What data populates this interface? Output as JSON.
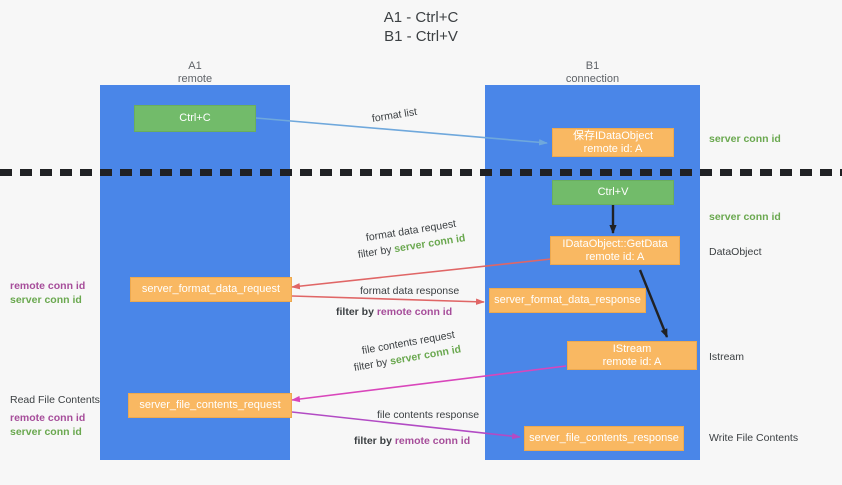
{
  "title": "A1 - Ctrl+C\nB1 - Ctrl+V",
  "colors": {
    "lane": "#4a86e8",
    "green_node": "#72bb6a",
    "orange_node": "#f9b862",
    "server_conn_id": "#6aa84f",
    "remote_conn_id": "#a64d9a",
    "arrow_blue": "#6fa8dc",
    "arrow_red": "#e06666",
    "arrow_magenta": "#d946bb",
    "arrow_purple": "#9b59b6",
    "arrow_black": "#202124",
    "background": "#f7f7f7"
  },
  "lanes": [
    {
      "name": "A1",
      "sub": "remote",
      "header": "A1\nremote"
    },
    {
      "name": "B1",
      "sub": "connection",
      "header": "B1\nconnection"
    }
  ],
  "nodes": {
    "ctrl_c": "Ctrl+C",
    "save_idataobject": "保存IDataObject\nremote id: A",
    "ctrl_v": "Ctrl+V",
    "getdata": "IDataObject::GetData\nremote id: A",
    "server_format_data_request": "server_format_data_request",
    "server_format_data_response": "server_format_data_response",
    "istream": "IStream\nremote id: A",
    "server_file_contents_request": "server_file_contents_request",
    "server_file_contents_response": "server_file_contents_response"
  },
  "edge_labels": {
    "format_list": "format list",
    "format_data_request": "format data request",
    "format_data_request_filter_prefix": "filter by ",
    "format_data_request_filter_key": "server conn id",
    "format_data_response": "format data response",
    "format_data_response_filter_prefix": "filter by ",
    "format_data_response_filter_key": "remote conn id",
    "file_contents_request": "file contents request",
    "file_contents_request_filter_prefix": "filter by ",
    "file_contents_request_filter_key": "server conn id",
    "file_contents_response": "file contents response",
    "file_contents_response_filter_prefix": "filter by ",
    "file_contents_response_filter_key": "remote conn id"
  },
  "right_annotations": {
    "server_conn_id_top": "server conn id",
    "server_conn_id_second": "server conn id",
    "dataobject": "DataObject",
    "istream": "Istream",
    "write_file_contents": "Write File Contents"
  },
  "left_annotations": {
    "remote_conn_id_1": "remote conn id",
    "server_conn_id_1": "server conn id",
    "read_file_contents": "Read File Contents",
    "remote_conn_id_2": "remote conn id",
    "server_conn_id_2": "server conn id"
  }
}
